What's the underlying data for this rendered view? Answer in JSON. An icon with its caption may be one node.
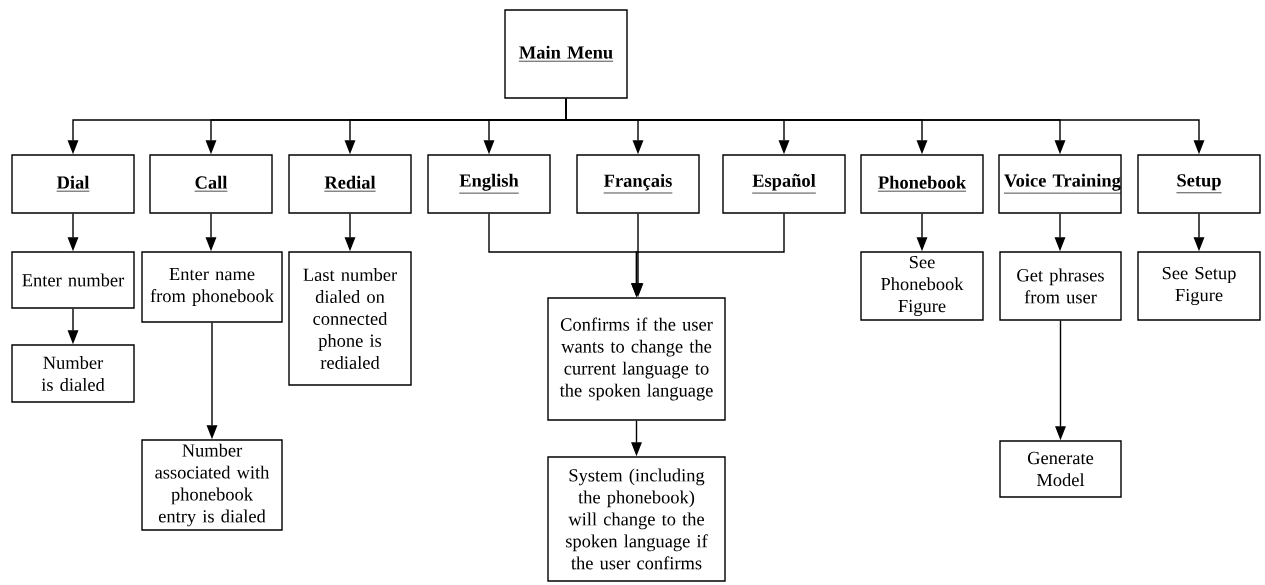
{
  "diagram": {
    "nodes": [
      {
        "text": [
          "Main Menu"
        ]
      },
      {
        "text": [
          "Dial"
        ]
      },
      {
        "text": [
          "Call"
        ]
      },
      {
        "text": [
          "Redial"
        ]
      },
      {
        "text": [
          "English"
        ]
      },
      {
        "text": [
          "Français"
        ]
      },
      {
        "text": [
          "Español"
        ]
      },
      {
        "text": [
          "Phonebook"
        ]
      },
      {
        "text": [
          "Voice Training"
        ]
      },
      {
        "text": [
          "Setup"
        ]
      },
      {
        "text": [
          "Enter number"
        ]
      },
      {
        "text": [
          "Number is dialed"
        ]
      },
      {
        "text": [
          "Enter name from phonebook"
        ]
      },
      {
        "text": [
          "Number associated with phonebook entry is dialed"
        ]
      },
      {
        "text": [
          "Last number dialed on connected phone is redialed"
        ]
      },
      {
        "text": [
          "Confirms if the user wants to change the current language to the spoken language"
        ]
      },
      {
        "text": [
          "System (including the phonebook) will change to the spoken language if the user confirms"
        ]
      },
      {
        "text": [
          "See Phonebook Figure"
        ]
      },
      {
        "text": [
          "Get phrases from user"
        ]
      },
      {
        "text": [
          "See Setup Figure"
        ]
      },
      {
        "text": [
          "Generate Model"
        ]
      }
    ],
    "edges": [
      {
        "from": 0,
        "to": 1,
        "arrow": "to"
      },
      {
        "from": 0,
        "to": 2,
        "arrow": "to"
      },
      {
        "from": 0,
        "to": 3,
        "arrow": "to"
      },
      {
        "from": 0,
        "to": 4,
        "arrow": "to"
      },
      {
        "from": 0,
        "to": 5,
        "arrow": "to"
      },
      {
        "from": 0,
        "to": 6,
        "arrow": "to"
      },
      {
        "from": 0,
        "to": 7,
        "arrow": "to"
      },
      {
        "from": 0,
        "to": 8,
        "arrow": "to"
      },
      {
        "from": 0,
        "to": 9,
        "arrow": "to"
      },
      {
        "from": 1,
        "to": 10,
        "arrow": "to"
      },
      {
        "from": 10,
        "to": 11,
        "arrow": "to"
      },
      {
        "from": 2,
        "to": 12,
        "arrow": "to"
      },
      {
        "from": 12,
        "to": 13,
        "arrow": "to"
      },
      {
        "from": 3,
        "to": 14,
        "arrow": "to"
      },
      {
        "from": 4,
        "to": 15,
        "arrow": "to"
      },
      {
        "from": 5,
        "to": 15,
        "arrow": "to"
      },
      {
        "from": 6,
        "to": 15,
        "arrow": "to"
      },
      {
        "from": 15,
        "to": 16,
        "arrow": "to"
      },
      {
        "from": 7,
        "to": 17,
        "arrow": "to"
      },
      {
        "from": 8,
        "to": 18,
        "arrow": "to"
      },
      {
        "from": 18,
        "to": 20,
        "arrow": "to"
      },
      {
        "from": 9,
        "to": 19,
        "arrow": "to"
      }
    ]
  }
}
